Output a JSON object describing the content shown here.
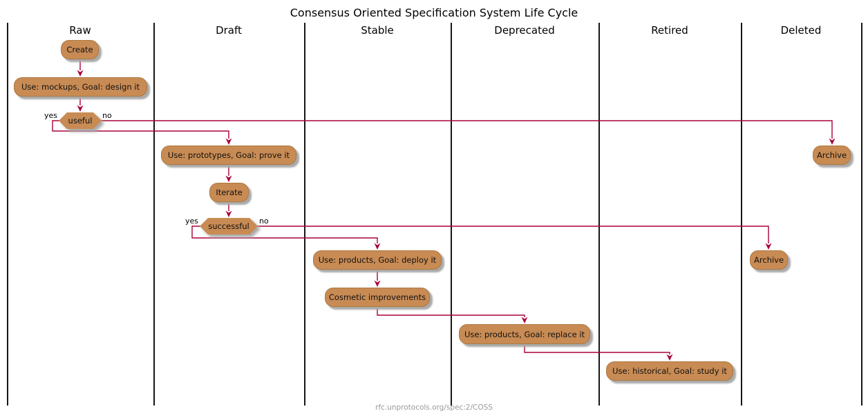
{
  "title": "Consensus Oriented Specification System Life Cycle",
  "footer": "rfc.unprotocols.org/spec:2/COSS",
  "lanes": [
    "Raw",
    "Draft",
    "Stable",
    "Deprecated",
    "Retired",
    "Deleted"
  ],
  "colors": {
    "node_fill": "#C88B54",
    "node_border": "#AD7840",
    "arrow": "#A80036",
    "lane_line": "#151515",
    "text": "#111111",
    "footer_text": "#999999",
    "shadow": "#A9A9A9"
  },
  "nodes": {
    "create": {
      "label": "Create"
    },
    "mockups": {
      "label": "Use: mockups, Goal: design it"
    },
    "useful": {
      "label": "useful",
      "yes_label": "yes",
      "no_label": "no"
    },
    "prototypes": {
      "label": "Use: prototypes, Goal: prove it"
    },
    "iterate": {
      "label": "Iterate"
    },
    "successful": {
      "label": "successful",
      "yes_label": "yes",
      "no_label": "no"
    },
    "deploy": {
      "label": "Use: products, Goal: deploy it"
    },
    "cosmetic": {
      "label": "Cosmetic improvements"
    },
    "replace": {
      "label": "Use: products, Goal: replace it"
    },
    "study": {
      "label": "Use: historical, Goal: study it"
    },
    "archive_top": {
      "label": "Archive"
    },
    "archive_bottom": {
      "label": "Archive"
    }
  }
}
